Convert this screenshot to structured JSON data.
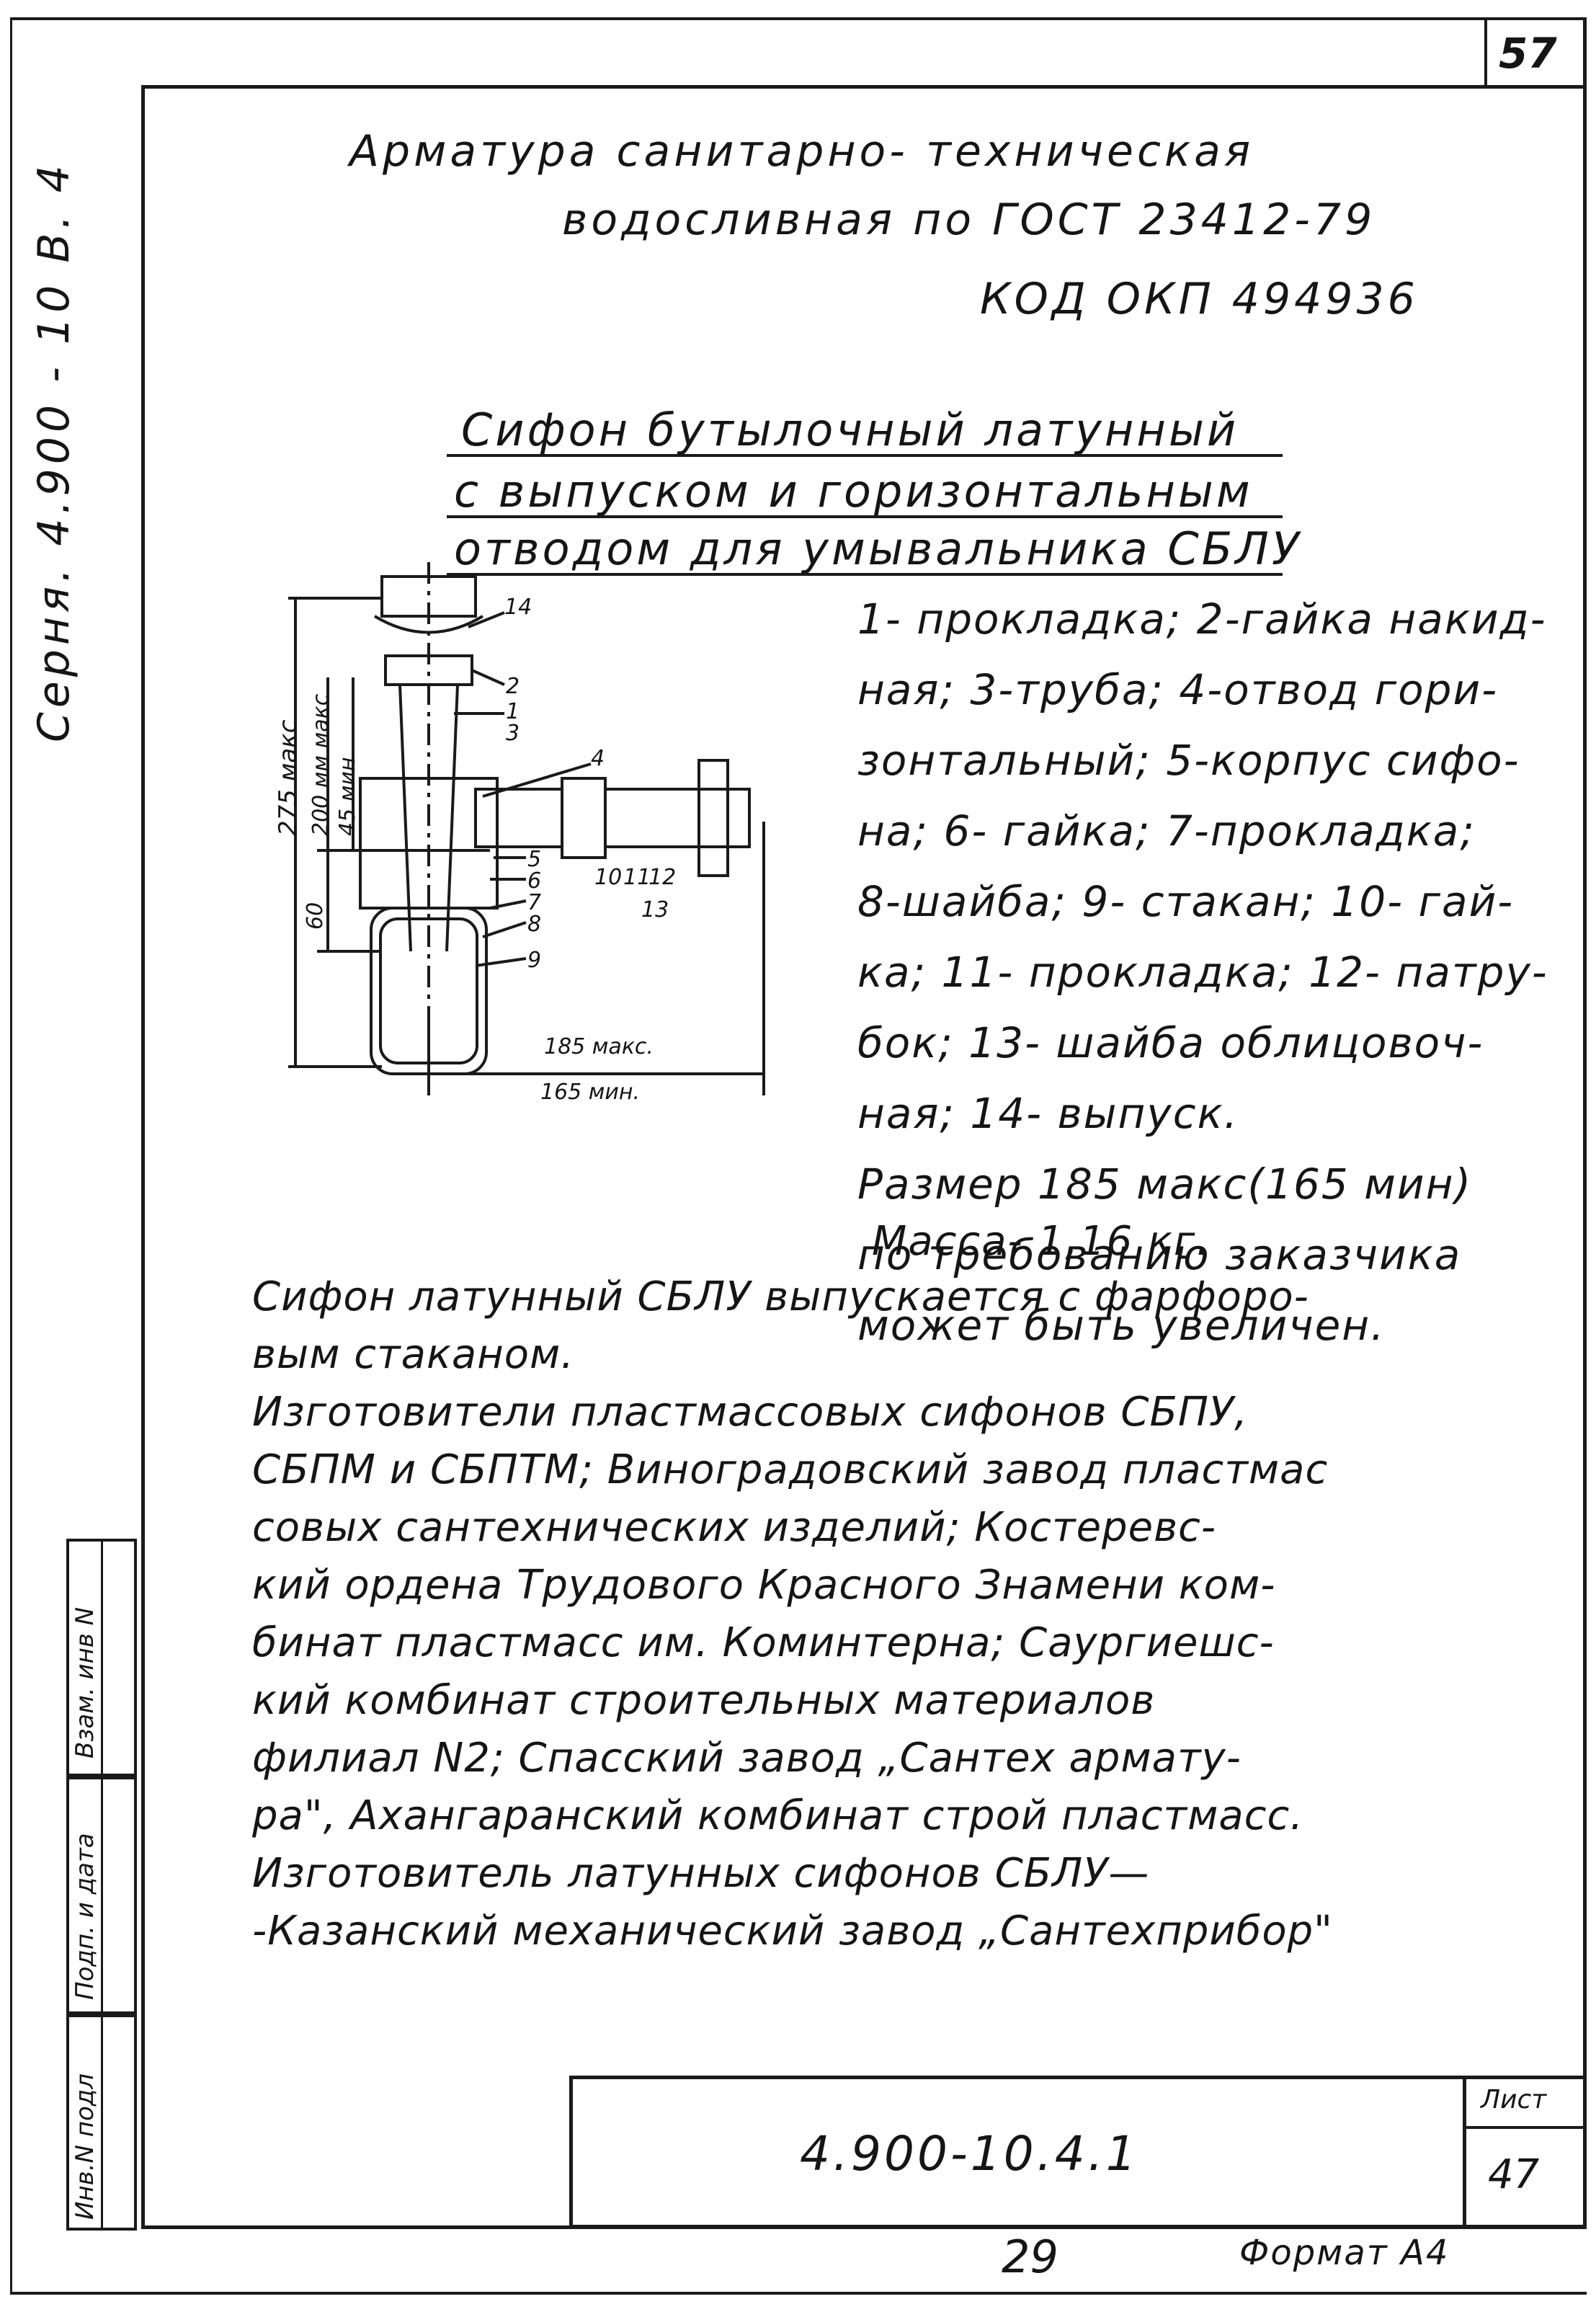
{
  "sheet_number": "57",
  "series_label": "Серня. 4.900 - 10 В. 4",
  "header": {
    "line1": "Арматура санитарно- техническая",
    "line2": "водосливная по ГОСТ 23412-79",
    "code": "КОД ОКП 494936"
  },
  "product_title": {
    "line1": "Сифон бутылочный латунный",
    "line2": "с выпуском и горизонтальным",
    "line3": "отводом для умывальника СБЛУ"
  },
  "legend": [
    "1- прокладка; 2-гайка накид-",
    "ная; 3-труба; 4-отвод гори-",
    "зонтальный; 5-корпус сифо-",
    "на; 6- гайка; 7-прокладка;",
    "8-шайба; 9- стакан; 10- гай-",
    "ка; 11- прокладка; 12- патру-",
    "бок; 13- шайба облицовоч-",
    "ная; 14- выпуск.",
    "Размер 185 макс(165 мин)",
    "по требованию заказчика",
    "может быть увеличен."
  ],
  "drawing": {
    "dim_275": "275 макс",
    "dim_200": "200 мм макс",
    "dim_45": "45 мин",
    "dim_60": "60",
    "dim_185": "185 макс.",
    "dim_165": "165 мин.",
    "callouts": [
      "14",
      "2",
      "1",
      "3",
      "4",
      "5",
      "6",
      "7",
      "8",
      "9",
      "10",
      "11",
      "12",
      "13"
    ]
  },
  "mass": "Масса- 1,16 кг.",
  "body_text": [
    "Сифон латунный СБЛУ выпускается с фарфоро-",
    "вым стаканом.",
    "Изготовители пластмассовых сифонов СБПУ,",
    "СБПМ и СБПТМ; Виноградовский завод пластмас",
    "совых сантехнических изделий; Костеревс-",
    "кий ордена Трудового Красного Знамени ком-",
    "бинат пластмасс им. Коминтерна; Саургиешс-",
    "кий комбинат строительных материалов",
    "филиал N2; Спасский завод „Сантех армату-",
    "ра\", Ахангаранский комбинат строй пластмасс.",
    "Изготовитель латунных сифонов СБЛУ—",
    "-Казанский механический завод „Сантехприбор\""
  ],
  "side_stamp": {
    "inv_no": "Инв.N подл",
    "sign_date": "Подп. и дата",
    "replace_inv": "Взам. инв N"
  },
  "title_block": {
    "doc_code": "4.900-10.4.1",
    "sheet_label": "Лист",
    "sheet_no": "47"
  },
  "footer": {
    "page_no": "29",
    "format": "Формат А4"
  }
}
